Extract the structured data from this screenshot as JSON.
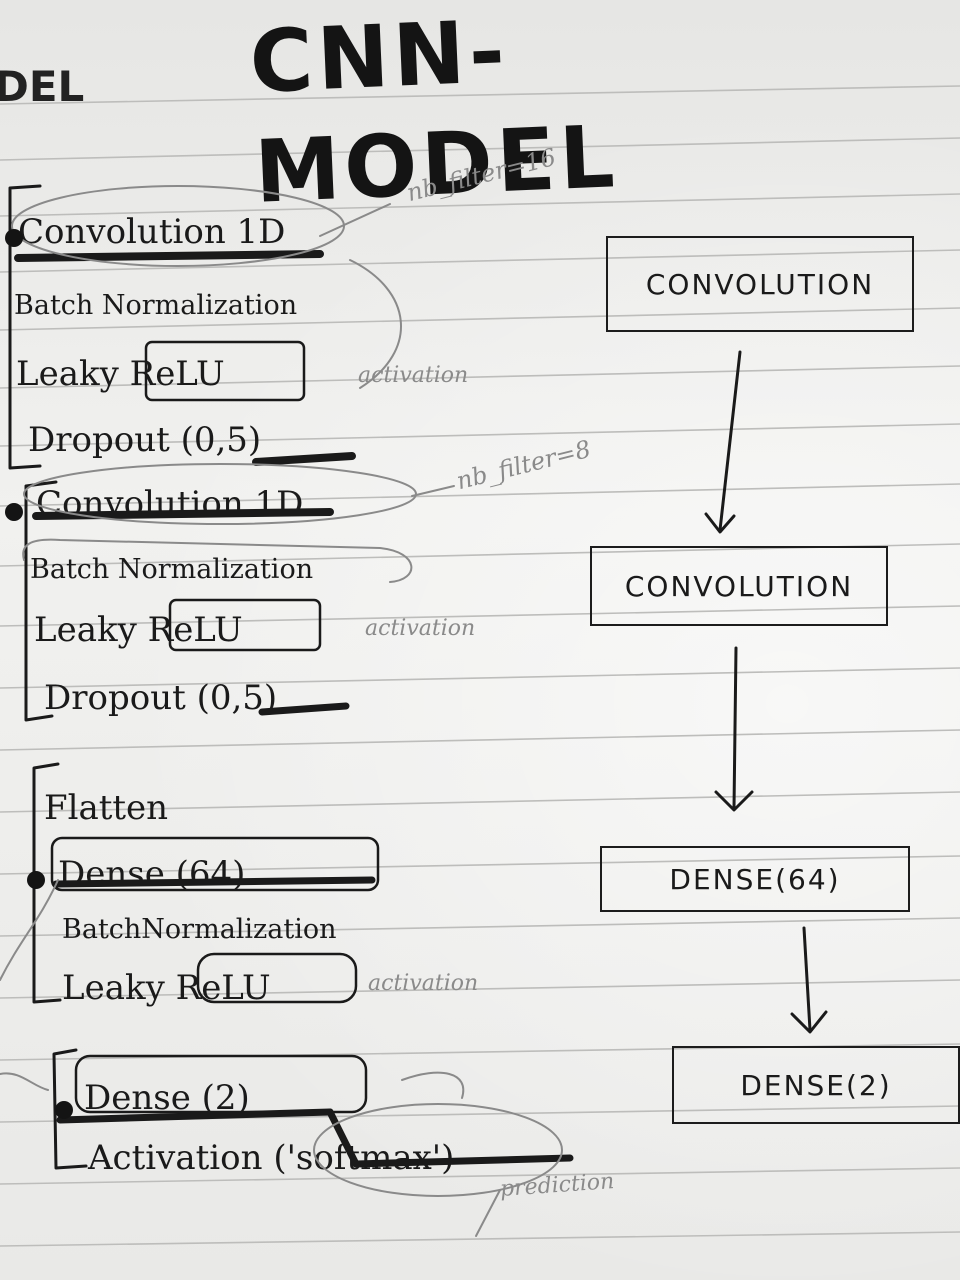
{
  "title": "CNN-MODEL",
  "corner_text": "DEL",
  "layer_groups": [
    {
      "layers": [
        "Convolution 1D",
        "Batch Normalization",
        "Leaky ReLU",
        "Dropout (0,5)"
      ],
      "filter_note": "nb_filter=16",
      "activation_note": "activation"
    },
    {
      "layers": [
        "Convolution 1D",
        "Batch Normalization",
        "Leaky ReLU",
        "Dropout (0,5)"
      ],
      "filter_note": "nb_filter=8",
      "activation_note": "activation"
    },
    {
      "layers": [
        "Flatten",
        "Dense (64)",
        "BatchNormalization",
        "Leaky ReLU"
      ],
      "activation_note": "activation"
    },
    {
      "layers": [
        "Dense (2)",
        "Activation ('softmax')"
      ],
      "prediction_note": "prediction"
    }
  ],
  "flow_boxes": [
    "CONVOLUTION",
    "CONVOLUTION",
    "DENSE(64)",
    "DENSE(2)"
  ],
  "ink_color": "#1a1a1a",
  "pencil_color": "#8a8a8a",
  "paper_color": "#eeeeec"
}
